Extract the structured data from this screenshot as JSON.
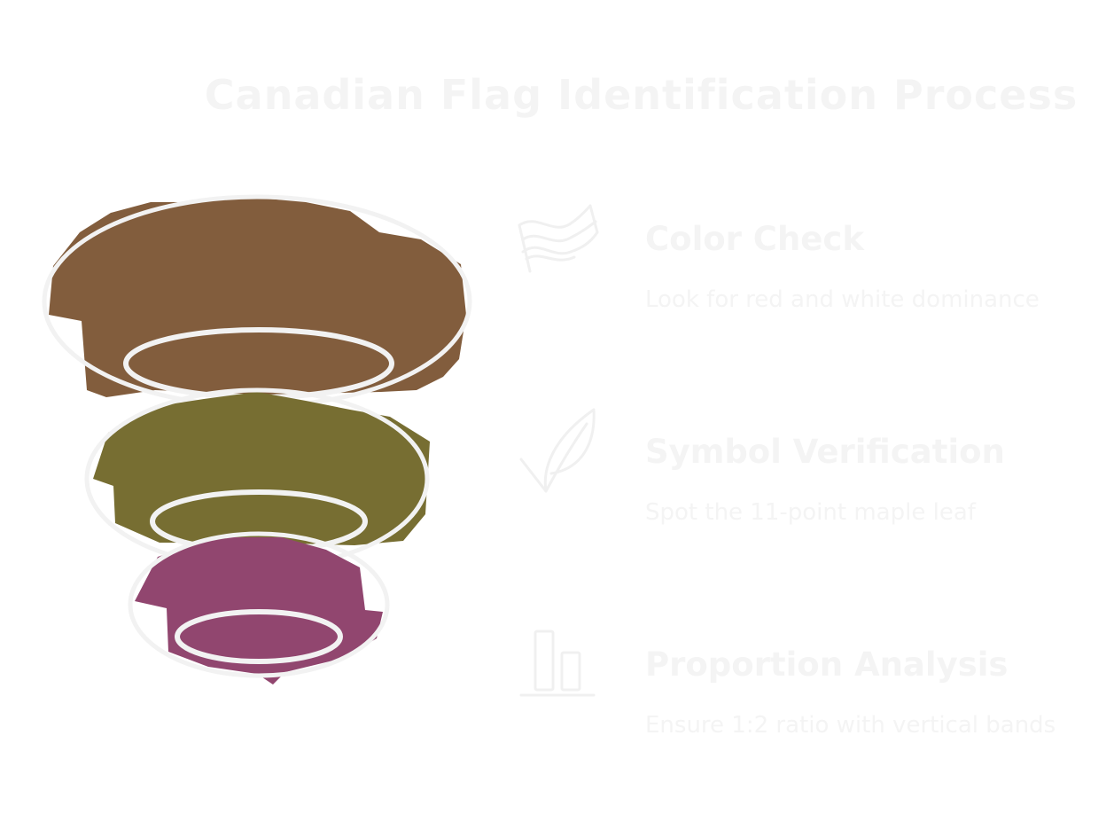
{
  "title": "Canadian Flag Identification Process",
  "colors": {
    "tier_top": "#825d3d",
    "tier_middle": "#776e32",
    "tier_bottom": "#91466f",
    "outline": "#f2f2f2",
    "text": "#f4f4f4"
  },
  "steps": [
    {
      "title": "Color Check",
      "description": "Look for red and white dominance",
      "icon": "flag-wave-icon"
    },
    {
      "title": "Symbol Verification",
      "description": "Spot the 11-point maple leaf",
      "icon": "leaf-icon"
    },
    {
      "title": "Proportion Analysis",
      "description": "Ensure 1:2 ratio with vertical bands",
      "icon": "bar-ratio-icon"
    }
  ]
}
